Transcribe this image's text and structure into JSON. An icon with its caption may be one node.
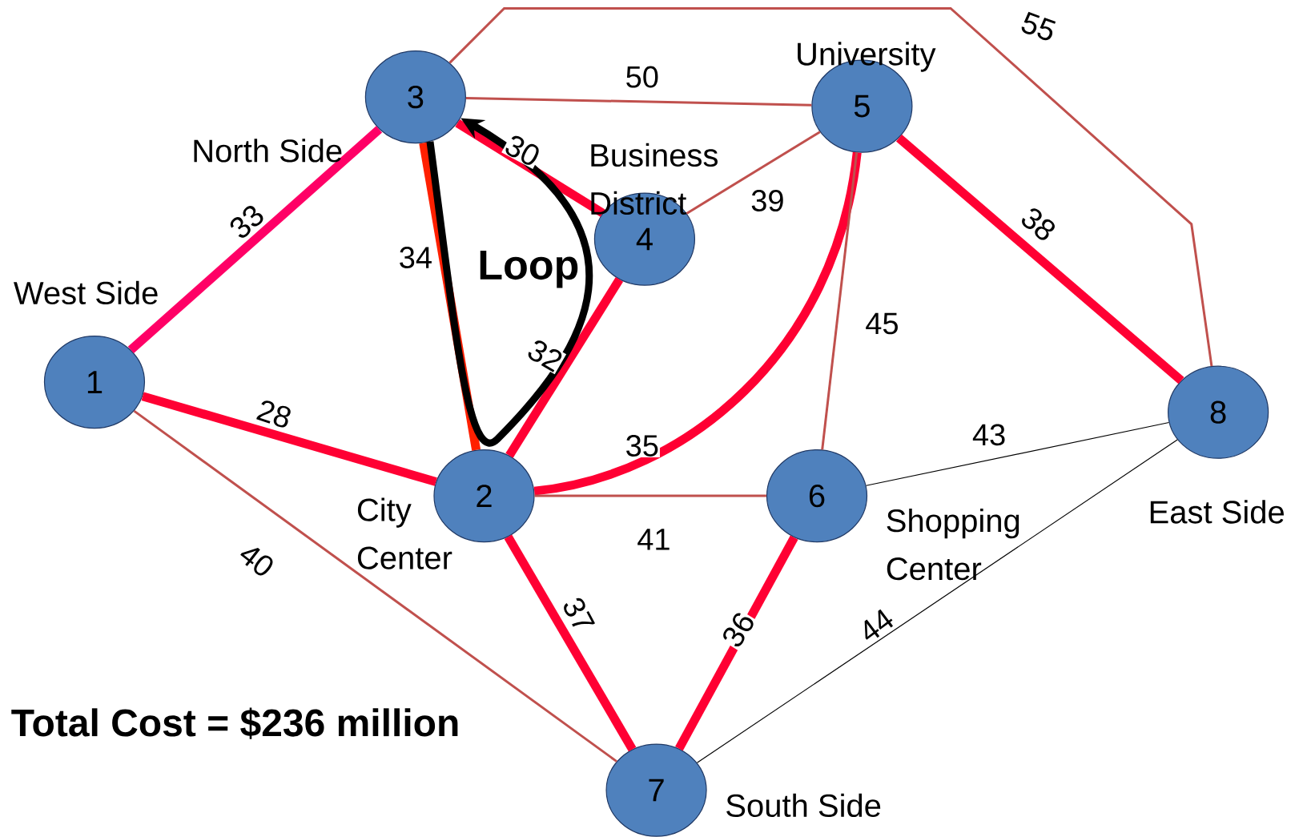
{
  "diagram": {
    "nodes": [
      {
        "text": [
          "1"
        ],
        "beside": [
          "West Side"
        ]
      },
      {
        "text": [
          "2"
        ],
        "beside": [
          "City Center"
        ]
      },
      {
        "text": [
          "3"
        ],
        "beside": [
          "North Side"
        ]
      },
      {
        "text": [
          "4"
        ],
        "beside": [
          "Business District"
        ]
      },
      {
        "text": [
          "5"
        ],
        "beside": [
          "University"
        ]
      },
      {
        "text": [
          "6"
        ],
        "beside": [
          "Shopping Center"
        ]
      },
      {
        "text": [
          "7"
        ],
        "beside": [
          "South Side"
        ]
      },
      {
        "text": [
          "8"
        ],
        "beside": [
          "East Side"
        ]
      }
    ],
    "edges": [
      {
        "from": 0,
        "to": 2,
        "arrow": "none",
        "label": "33",
        "color": "#ff0066"
      },
      {
        "from": 0,
        "to": 1,
        "arrow": "none",
        "label": "28"
      },
      {
        "from": 0,
        "to": 6,
        "arrow": "none",
        "label": "40",
        "color": "#c0504d"
      },
      {
        "from": 2,
        "to": 1,
        "arrow": "none",
        "label": "34",
        "color": "#ff2000"
      },
      {
        "from": 2,
        "to": 3,
        "arrow": "none",
        "label": "30"
      },
      {
        "from": 3,
        "to": 1,
        "arrow": "none",
        "label": "32"
      },
      {
        "from": 2,
        "to": 4,
        "arrow": "none",
        "label": "50",
        "color": "#c0504d"
      },
      {
        "from": 2,
        "to": 7,
        "arrow": "none",
        "label": "55",
        "color": "#c0504d"
      },
      {
        "from": 3,
        "to": 4,
        "arrow": "none",
        "label": "39",
        "color": "#c0504d"
      },
      {
        "from": 4,
        "to": 1,
        "arrow": "none",
        "label": "35"
      },
      {
        "from": 4,
        "to": 5,
        "arrow": "none",
        "label": "45",
        "color": "#c0504d"
      },
      {
        "from": 4,
        "to": 7,
        "arrow": "none",
        "label": "38"
      },
      {
        "from": 1,
        "to": 5,
        "arrow": "none",
        "label": "41",
        "color": "#c0504d"
      },
      {
        "from": 5,
        "to": 7,
        "arrow": "none",
        "label": "43",
        "color": "#000000"
      },
      {
        "from": 6,
        "to": 7,
        "arrow": "none",
        "label": "44",
        "color": "#000000"
      },
      {
        "from": 1,
        "to": 6,
        "arrow": "none",
        "label": "37"
      },
      {
        "from": 5,
        "to": 6,
        "arrow": "none",
        "label": "36"
      },
      {
        "from": 2,
        "to": 2,
        "arrow": "to",
        "label": "Loop",
        "color": "#000000"
      }
    ],
    "labels": [
      "Total  Cost = $236 million"
    ]
  }
}
